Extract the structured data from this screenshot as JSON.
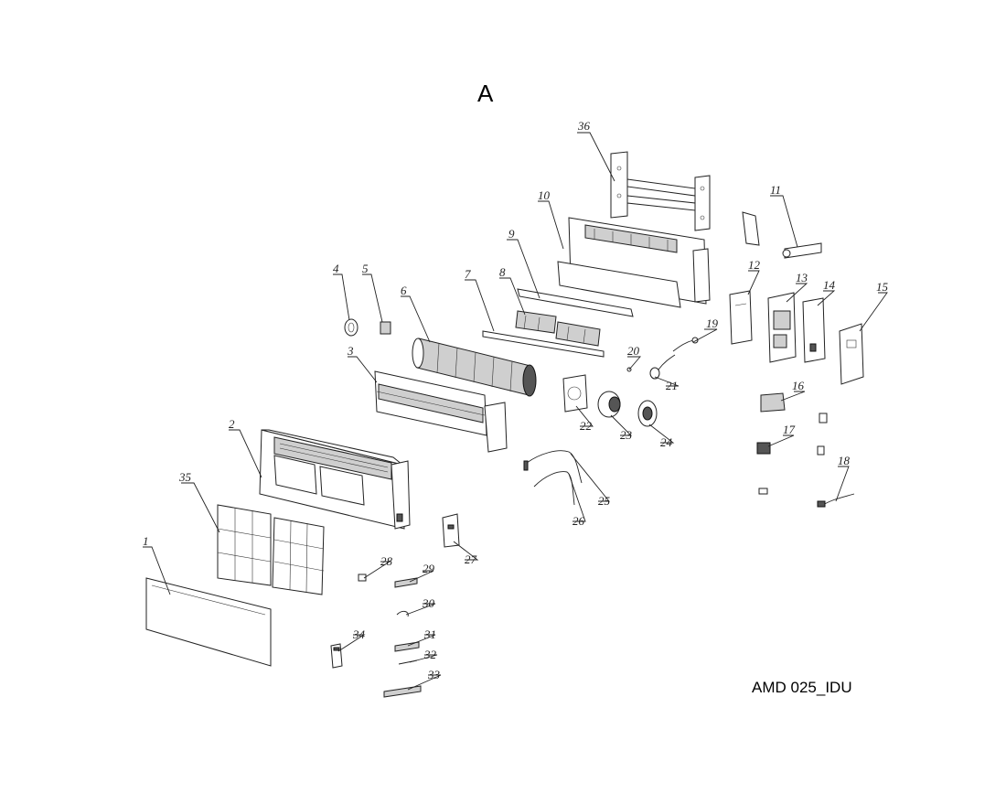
{
  "title": "A",
  "model_code": "AMD 025_IDU",
  "callouts": [
    "1",
    "2",
    "3",
    "4",
    "5",
    "6",
    "7",
    "8",
    "9",
    "10",
    "11",
    "12",
    "13",
    "14",
    "15",
    "16",
    "17",
    "18",
    "19",
    "20",
    "21",
    "22",
    "23",
    "24",
    "25",
    "26",
    "27",
    "28",
    "29",
    "30",
    "31",
    "32",
    "33",
    "34",
    "35",
    "36"
  ]
}
